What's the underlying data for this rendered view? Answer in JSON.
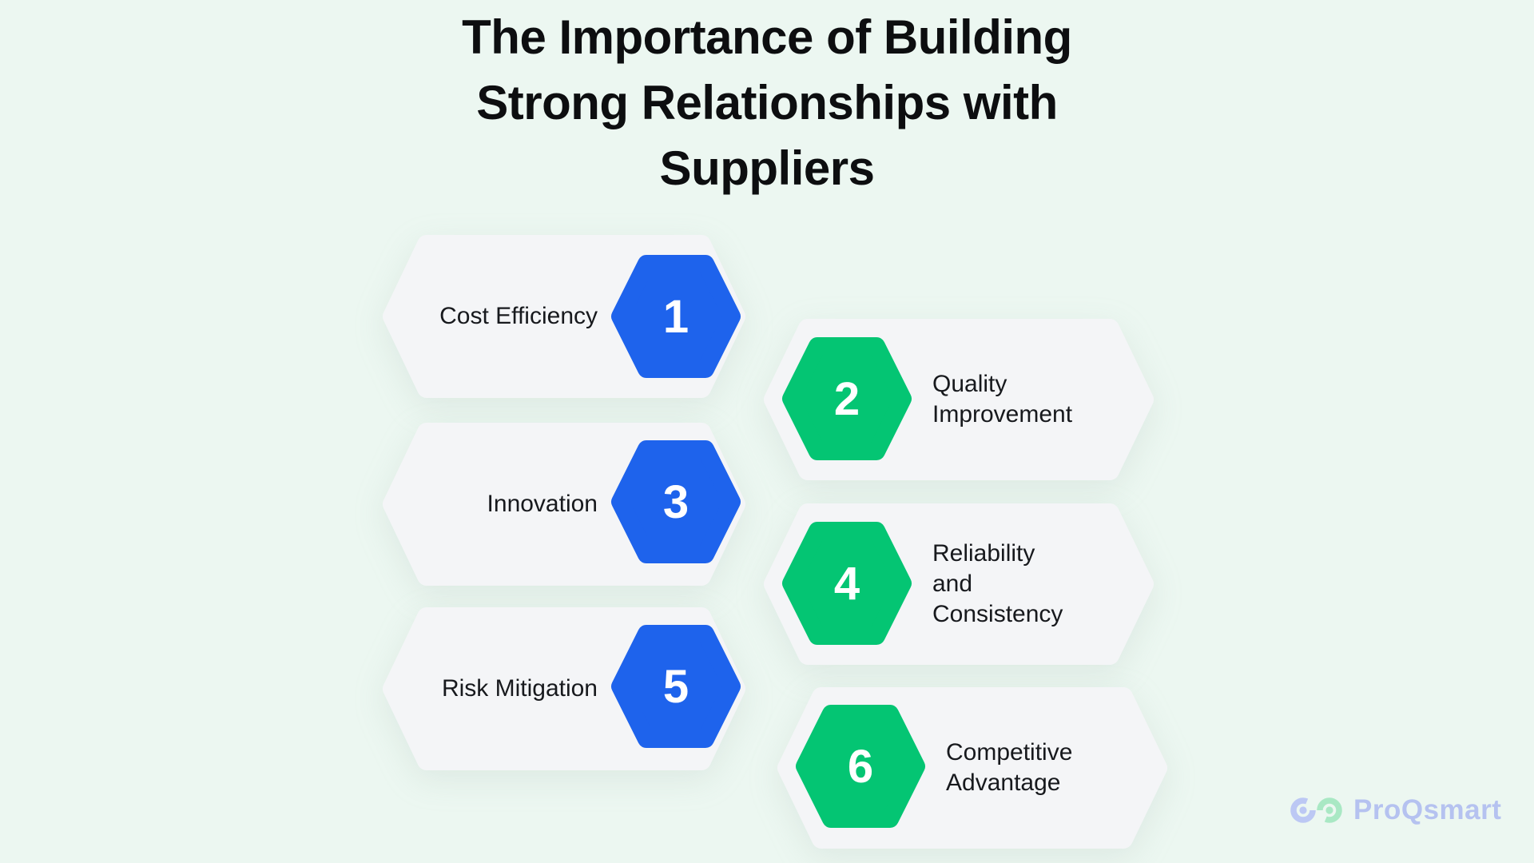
{
  "title": {
    "full": "The Importance of Building Strong Relationships with Suppliers",
    "lines": [
      "The Importance of Building",
      "Strong Relationships with",
      "Suppliers"
    ]
  },
  "cards": [
    {
      "number": "1",
      "label": "Cost Efficiency",
      "lines": [
        "Cost Efficiency"
      ],
      "color": "blue",
      "side": "left"
    },
    {
      "number": "2",
      "label": "Quality Improvement",
      "lines": [
        "Quality",
        "Improvement"
      ],
      "color": "green",
      "side": "right"
    },
    {
      "number": "3",
      "label": "Innovation",
      "lines": [
        "Innovation"
      ],
      "color": "blue",
      "side": "left"
    },
    {
      "number": "4",
      "label": "Reliability and Consistency",
      "lines": [
        "Reliability",
        "and",
        "Consistency"
      ],
      "color": "green",
      "side": "right"
    },
    {
      "number": "5",
      "label": "Risk Mitigation",
      "lines": [
        "Risk Mitigation"
      ],
      "color": "blue",
      "side": "left"
    },
    {
      "number": "6",
      "label": "Competitive Advantage",
      "lines": [
        "Competitive",
        "Advantage"
      ],
      "color": "green",
      "side": "right"
    }
  ],
  "colors": {
    "background": "#ecf7f1",
    "card": "#f4f5f7",
    "hex_blue": "#1e63ec",
    "hex_green": "#04c573",
    "title_text": "#0d0e10",
    "label_text": "#17191d",
    "number_text": "#ffffff",
    "logo_text": "#b5c2f0",
    "logo_arc_left": "#bcc8f4",
    "logo_arc_right": "#a9e8c4"
  },
  "logo": {
    "text": "ProQsmart"
  }
}
